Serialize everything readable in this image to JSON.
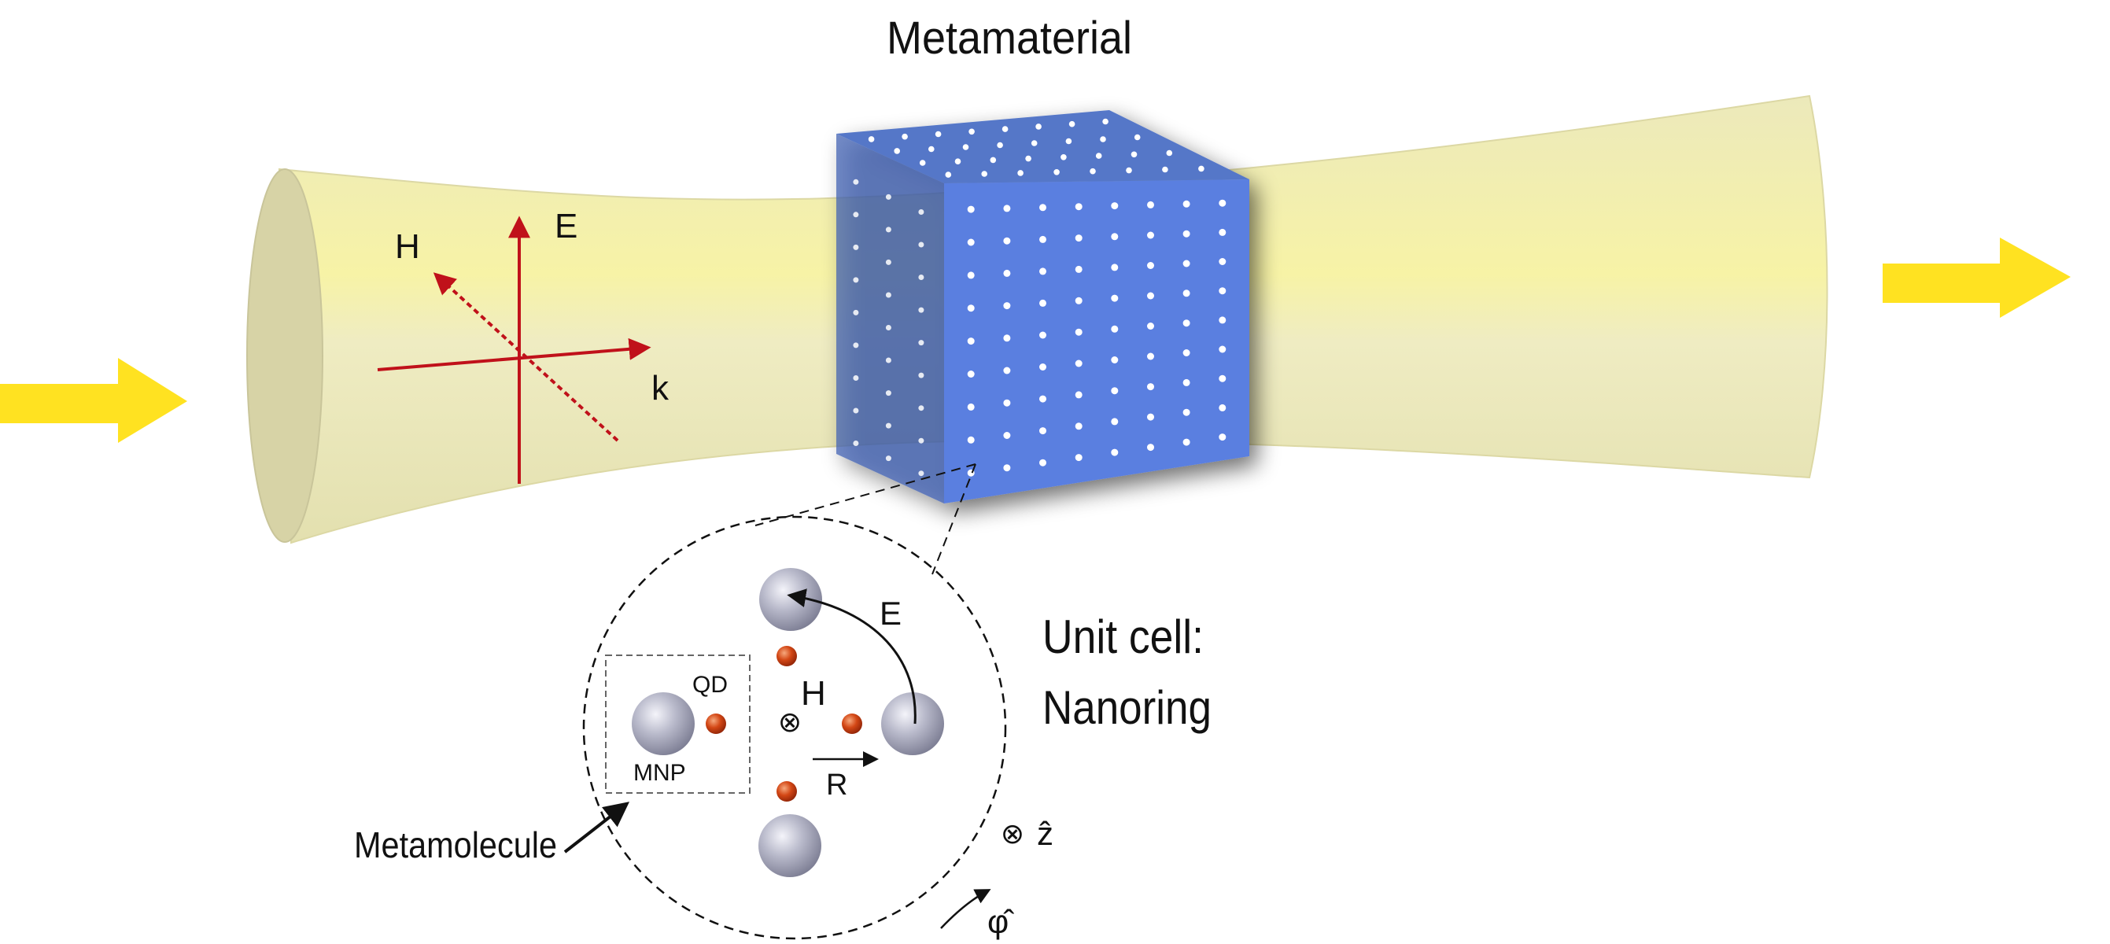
{
  "title": "Metamaterial",
  "beam": {
    "field_labels": {
      "e": "E",
      "h": "H",
      "k": "k"
    }
  },
  "unit_cell": {
    "caption_line1": "Unit cell:",
    "caption_line2": "Nanoring",
    "labels": {
      "qd": "QD",
      "mnp": "MNP",
      "e": "E",
      "h": "H",
      "r": "R",
      "metamolecule": "Metamolecule",
      "z_hat": "ẑ",
      "phi_hat": "φ̂",
      "into_page": "⊗"
    }
  },
  "colors": {
    "beam": "#f1efbf",
    "beam_highlight": "#f6f19b",
    "arrow_yellow": "#ffe221",
    "cube_front": "#5a7fe0",
    "cube_top": "#5577c8",
    "cube_side": "#3f5fb2",
    "field_red": "#c0111a",
    "mnp_gray": "#a7a8bd",
    "qd_orange": "#c4380e"
  }
}
